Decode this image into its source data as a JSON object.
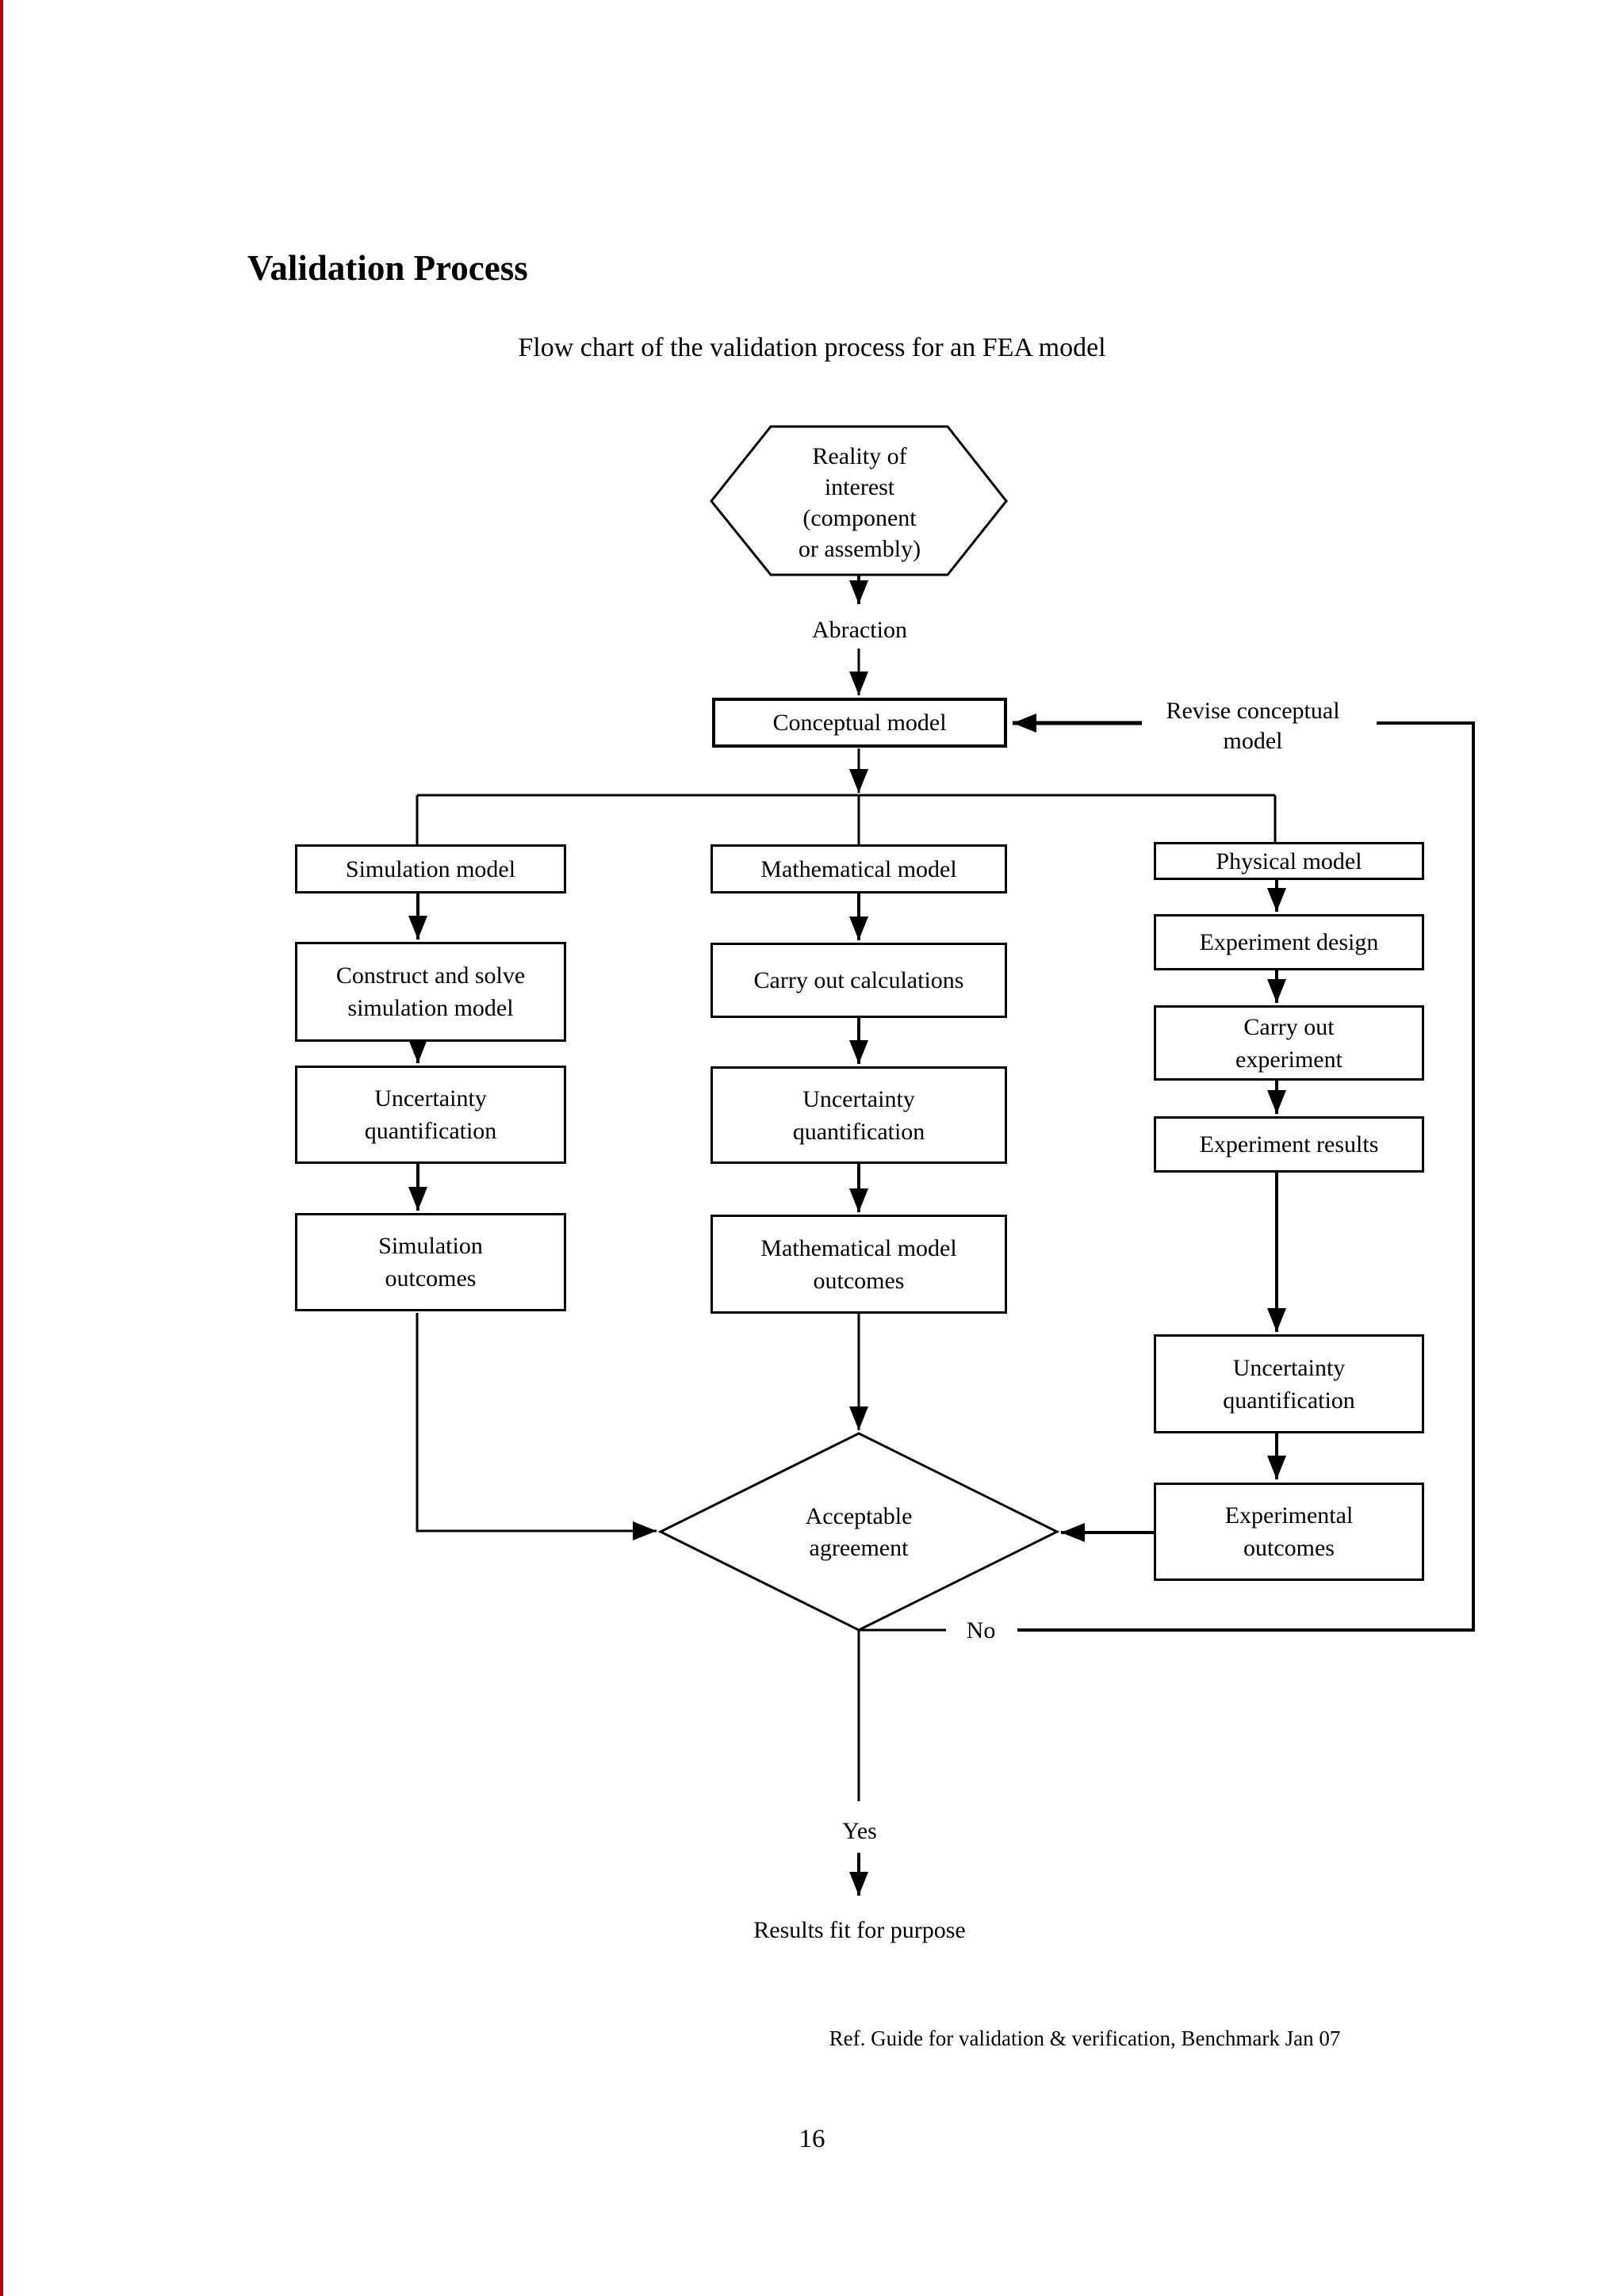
{
  "page": {
    "title": "Validation Process",
    "subtitle": "Flow chart of the validation process for an FEA model",
    "reference": "Ref. Guide for validation & verification, Benchmark Jan 07",
    "page_number": "16"
  },
  "flowchart": {
    "start_hexagon": "Reality of\ninterest\n(component\nor assembly)",
    "labels": {
      "abstraction": "Abraction",
      "revise": "Revise conceptual\nmodel",
      "no": "No",
      "yes": "Yes",
      "result": "Results fit for purpose"
    },
    "nodes": {
      "conceptual": "Conceptual model",
      "simulation_model": "Simulation model",
      "mathematical_model": "Mathematical model",
      "physical_model": "Physical model",
      "construct_solve": "Construct and solve\nsimulation model",
      "carry_out_calculations": "Carry out calculations",
      "experiment_design": "Experiment design",
      "uncertainty_sim": "Uncertainty\nquantification",
      "uncertainty_math": "Uncertainty\nquantification",
      "carry_out_experiment": "Carry out\nexperiment",
      "simulation_outcomes": "Simulation\noutcomes",
      "math_outcomes": "Mathematical model\noutcomes",
      "experiment_results": "Experiment results",
      "uncertainty_exp": "Uncertainty\nquantification",
      "experimental_outcomes": "Experimental\noutcomes",
      "decision": "Acceptable\nagreement"
    }
  }
}
